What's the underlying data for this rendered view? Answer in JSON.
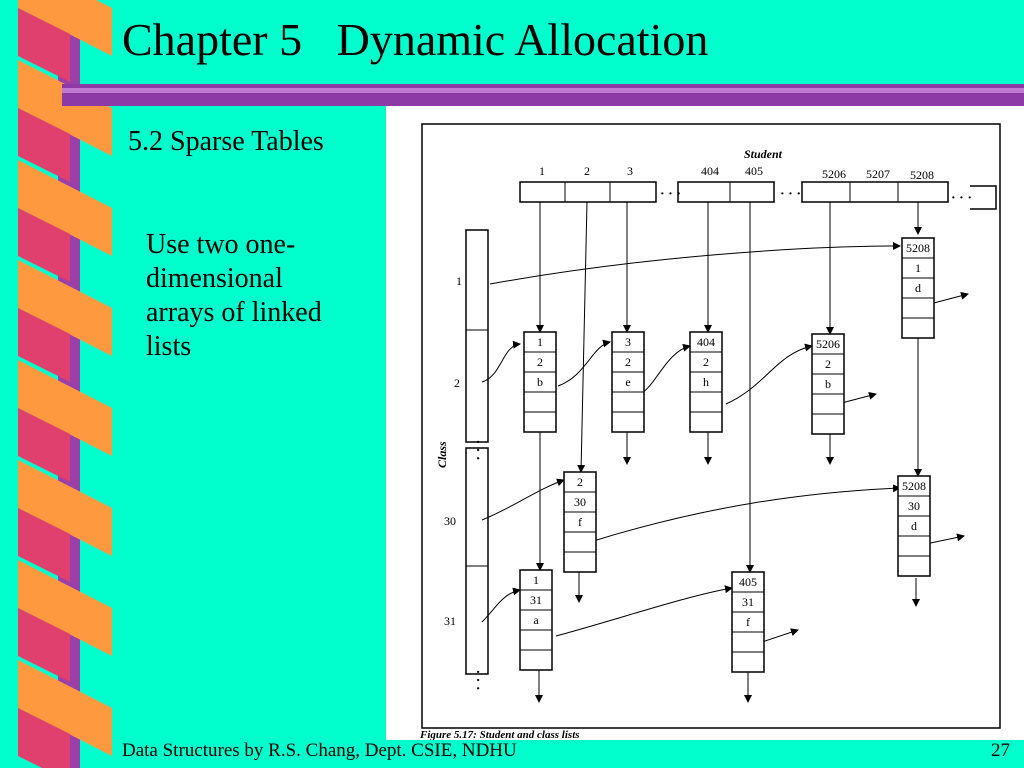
{
  "slide": {
    "title": "Chapter 5   Dynamic Allocation",
    "subtitle": "5.2 Sparse Tables",
    "body": "Use two one-dimensional arrays of linked lists",
    "footer": "Data Structures by R.S. Chang, Dept. CSIE, NDHU",
    "page_number": "27"
  },
  "figure": {
    "student_label": "Student",
    "class_label": "Class",
    "student_index_labels": [
      "1",
      "2",
      "3",
      "404",
      "405",
      "5206",
      "5207",
      "5208"
    ],
    "class_index_labels": [
      "1",
      "2",
      "30",
      "31"
    ],
    "ellipsis": "· · ·",
    "caption": "Figure 5.17: Student and class lists"
  },
  "nodes": [
    {
      "id": "n5208_1",
      "fields": [
        "5208",
        "1",
        "d"
      ]
    },
    {
      "id": "n1_2",
      "fields": [
        "1",
        "2",
        "b"
      ]
    },
    {
      "id": "n3_2",
      "fields": [
        "3",
        "2",
        "e"
      ]
    },
    {
      "id": "n404_2",
      "fields": [
        "404",
        "2",
        "h"
      ]
    },
    {
      "id": "n5206_2",
      "fields": [
        "5206",
        "2",
        "b"
      ]
    },
    {
      "id": "n2_30",
      "fields": [
        "2",
        "30",
        "f"
      ]
    },
    {
      "id": "n5208_30",
      "fields": [
        "5208",
        "30",
        "d"
      ]
    },
    {
      "id": "n1_31",
      "fields": [
        "1",
        "31",
        "a"
      ]
    },
    {
      "id": "n405_31",
      "fields": [
        "405",
        "31",
        "f"
      ]
    }
  ],
  "colors": {
    "background": "#00ffcc",
    "ribbon_pink": "#e0406e",
    "ribbon_orange": "#ff9940",
    "ribbon_purple": "#9a40a8",
    "bar_purple": "#8e3aa6"
  }
}
